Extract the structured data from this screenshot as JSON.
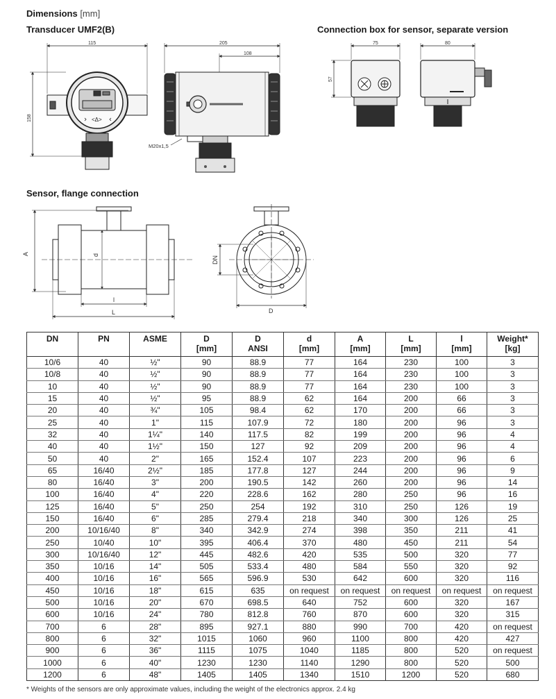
{
  "headings": {
    "dimensions": "Dimensions",
    "dimensions_unit": "[mm]",
    "transducer": "Transducer UMF2(B)",
    "connection_box": "Connection box for sensor, separate version",
    "sensor_flange": "Sensor, flange connection"
  },
  "drawing_labels": {
    "transducer_front_width": "115",
    "transducer_side_width": "205",
    "transducer_side_partial": "108",
    "transducer_height": "158",
    "cable_gland": "M20x1,5",
    "box_front_width": "75",
    "box_side_width": "80",
    "box_height": "57",
    "flange_A": "A",
    "flange_d": "d",
    "flange_l": "l",
    "flange_L": "L",
    "flange_DN": "DN",
    "flange_D": "D"
  },
  "table": {
    "headers": [
      [
        "DN",
        ""
      ],
      [
        "PN",
        ""
      ],
      [
        "ASME",
        ""
      ],
      [
        "D",
        "[mm]"
      ],
      [
        "D",
        "ANSI"
      ],
      [
        "d",
        "[mm]"
      ],
      [
        "A",
        "[mm]"
      ],
      [
        "L",
        "[mm]"
      ],
      [
        "l",
        "[mm]"
      ],
      [
        "Weight*",
        "[kg]"
      ]
    ],
    "rows": [
      [
        "10/6",
        "40",
        "½\"",
        "90",
        "88.9",
        "77",
        "164",
        "230",
        "100",
        "3"
      ],
      [
        "10/8",
        "40",
        "½\"",
        "90",
        "88.9",
        "77",
        "164",
        "230",
        "100",
        "3"
      ],
      [
        "10",
        "40",
        "½\"",
        "90",
        "88.9",
        "77",
        "164",
        "230",
        "100",
        "3"
      ],
      [
        "15",
        "40",
        "½\"",
        "95",
        "88.9",
        "62",
        "164",
        "200",
        "66",
        "3"
      ],
      [
        "20",
        "40",
        "¾\"",
        "105",
        "98.4",
        "62",
        "170",
        "200",
        "66",
        "3"
      ],
      [
        "25",
        "40",
        "1\"",
        "115",
        "107.9",
        "72",
        "180",
        "200",
        "96",
        "3"
      ],
      [
        "32",
        "40",
        "1¼\"",
        "140",
        "117.5",
        "82",
        "199",
        "200",
        "96",
        "4"
      ],
      [
        "40",
        "40",
        "1½\"",
        "150",
        "127",
        "92",
        "209",
        "200",
        "96",
        "4"
      ],
      [
        "50",
        "40",
        "2\"",
        "165",
        "152.4",
        "107",
        "223",
        "200",
        "96",
        "6"
      ],
      [
        "65",
        "16/40",
        "2½\"",
        "185",
        "177.8",
        "127",
        "244",
        "200",
        "96",
        "9"
      ],
      [
        "80",
        "16/40",
        "3\"",
        "200",
        "190.5",
        "142",
        "260",
        "200",
        "96",
        "14"
      ],
      [
        "100",
        "16/40",
        "4\"",
        "220",
        "228.6",
        "162",
        "280",
        "250",
        "96",
        "16"
      ],
      [
        "125",
        "16/40",
        "5\"",
        "250",
        "254",
        "192",
        "310",
        "250",
        "126",
        "19"
      ],
      [
        "150",
        "16/40",
        "6\"",
        "285",
        "279.4",
        "218",
        "340",
        "300",
        "126",
        "25"
      ],
      [
        "200",
        "10/16/40",
        "8\"",
        "340",
        "342.9",
        "274",
        "398",
        "350",
        "211",
        "41"
      ],
      [
        "250",
        "10/40",
        "10\"",
        "395",
        "406.4",
        "370",
        "480",
        "450",
        "211",
        "54"
      ],
      [
        "300",
        "10/16/40",
        "12\"",
        "445",
        "482.6",
        "420",
        "535",
        "500",
        "320",
        "77"
      ],
      [
        "350",
        "10/16",
        "14\"",
        "505",
        "533.4",
        "480",
        "584",
        "550",
        "320",
        "92"
      ],
      [
        "400",
        "10/16",
        "16\"",
        "565",
        "596.9",
        "530",
        "642",
        "600",
        "320",
        "116"
      ],
      [
        "450",
        "10/16",
        "18\"",
        "615",
        "635",
        "on request",
        "on request",
        "on request",
        "on request",
        "on request"
      ],
      [
        "500",
        "10/16",
        "20\"",
        "670",
        "698.5",
        "640",
        "752",
        "600",
        "320",
        "167"
      ],
      [
        "600",
        "10/16",
        "24\"",
        "780",
        "812.8",
        "760",
        "870",
        "600",
        "320",
        "315"
      ],
      [
        "700",
        "6",
        "28\"",
        "895",
        "927.1",
        "880",
        "990",
        "700",
        "420",
        "on request"
      ],
      [
        "800",
        "6",
        "32\"",
        "1015",
        "1060",
        "960",
        "1100",
        "800",
        "420",
        "427"
      ],
      [
        "900",
        "6",
        "36\"",
        "1115",
        "1075",
        "1040",
        "1185",
        "800",
        "520",
        "on request"
      ],
      [
        "1000",
        "6",
        "40\"",
        "1230",
        "1230",
        "1140",
        "1290",
        "800",
        "520",
        "500"
      ],
      [
        "1200",
        "6",
        "48\"",
        "1405",
        "1405",
        "1340",
        "1510",
        "1200",
        "520",
        "680"
      ]
    ]
  },
  "footnote": "* Weights of the sensors are only approximate values, including the weight of the electronics approx. 2.4 kg"
}
